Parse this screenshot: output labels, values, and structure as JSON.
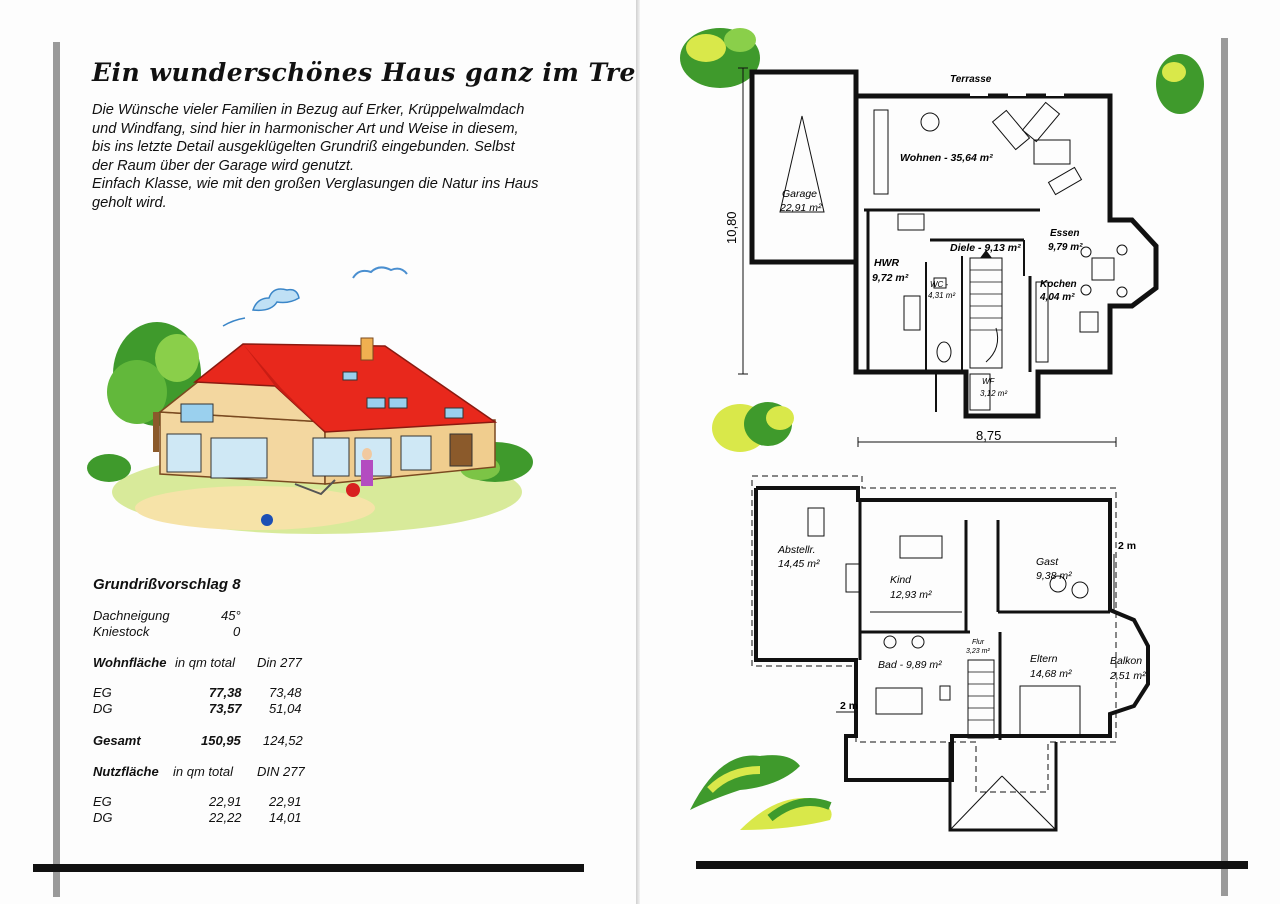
{
  "left": {
    "title": "Ein wunderschönes Haus ganz im Trend.",
    "intro_lines": [
      "Die Wünsche vieler Familien in Bezug auf Erker, Krüppelwalmdach",
      "und Windfang, sind hier in harmonischer Art und Weise in diesem,",
      "bis ins letzte Detail ausgeklügelten Grundriß  eingebunden. Selbst",
      "der Raum über der Garage wird genutzt.",
      "Einfach Klasse, wie mit den großen Verglasungen die Natur ins Haus",
      "geholt wird."
    ],
    "section_title": "Grundrißvorschlag 8",
    "dachneigung": {
      "label": "Dachneigung",
      "value": "45°"
    },
    "kniestock": {
      "label": "Kniestock",
      "value": "0"
    },
    "wohnflaeche": {
      "label": "Wohnfläche",
      "unit": "in qm total",
      "din": "Din 277"
    },
    "wohn_rows": [
      {
        "label": "EG",
        "total": "77,38",
        "din": "73,48"
      },
      {
        "label": "DG",
        "total": "73,57",
        "din": "51,04"
      }
    ],
    "gesamt": {
      "label": "Gesamt",
      "total": "150,95",
      "din": "124,52"
    },
    "nutzflaeche": {
      "label": "Nutzfläche",
      "unit": "in qm total",
      "din": "DIN 277"
    },
    "nutz_rows": [
      {
        "label": "EG",
        "total": "22,91",
        "din": "22,91"
      },
      {
        "label": "DG",
        "total": "22,22",
        "din": "14,01"
      }
    ]
  },
  "ground_floor": {
    "terrasse": "Terrasse",
    "wohnen": "Wohnen - 35,64 m²",
    "garage_name": "Garage",
    "garage_area": "22,91 m²",
    "hwr_name": "HWR",
    "hwr_area": "9,72 m²",
    "wc_name": "WC -",
    "wc_area": "4,31 m²",
    "diele": "Diele - 9,13 m²",
    "essen_name": "Essen",
    "essen_area": "9,79 m²",
    "kochen_name": "Kochen",
    "kochen_area": "4,04 m²",
    "wf_name": "WF",
    "wf_area": "3,12 m²",
    "dim_height": "10,80",
    "dim_width": "8,75"
  },
  "upper_floor": {
    "abstell_name": "Abstellr.",
    "abstell_area": "14,45 m²",
    "kind_name": "Kind",
    "kind_area": "12,93 m²",
    "gast_name": "Gast",
    "gast_area": "9,38 m²",
    "flur_name": "Flur",
    "flur_area": "3,23 m²",
    "bad": "Bad - 9,89 m²",
    "eltern_name": "Eltern",
    "eltern_area": "14,68 m²",
    "balkon_name": "Balkon",
    "balkon_area": "2,51 m²",
    "dim_2m_right": "2 m",
    "dim_2m_left": "2 m"
  },
  "colors": {
    "roof": "#e8281c",
    "tree": "#3f9a2c",
    "wall": "#f3d7a0",
    "ink": "#111111",
    "accent_bar": "#9a9a9a"
  }
}
